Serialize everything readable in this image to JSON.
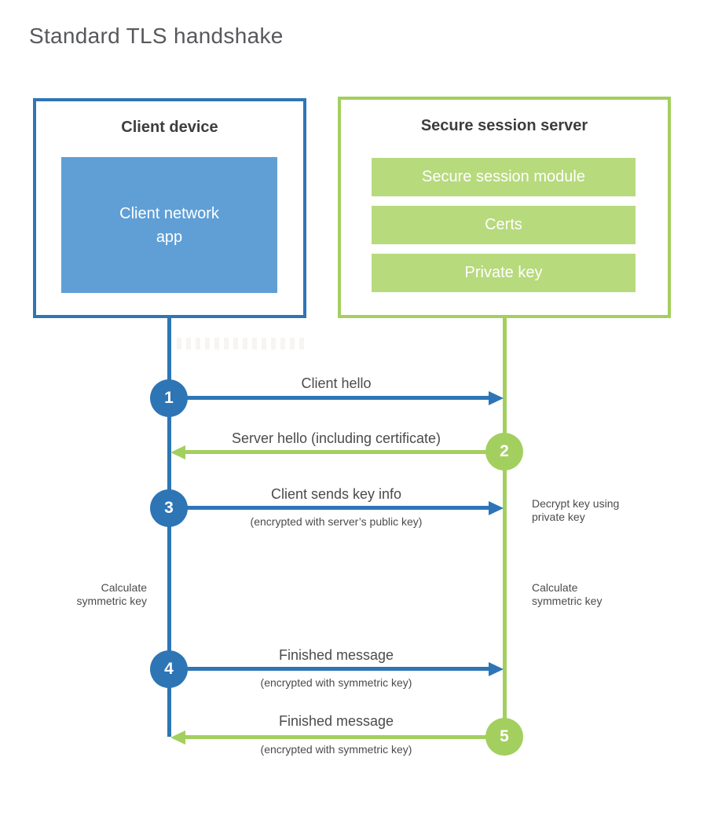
{
  "title": "Standard TLS handshake",
  "colors": {
    "blue": "#2e75b6",
    "blue_fill": "#5f9fd6",
    "green": "#a3cf5f",
    "green_fill": "#b7da7d",
    "heading_text": "#3d3d3d",
    "label_text": "#4b4b4b",
    "title_text": "#57585b"
  },
  "client": {
    "title": "Client device",
    "app_label": "Client network\napp"
  },
  "server": {
    "title": "Secure session server",
    "modules": [
      {
        "label": "Secure session module"
      },
      {
        "label": "Certs"
      },
      {
        "label": "Private key"
      }
    ]
  },
  "steps": [
    {
      "num": "1",
      "label": "Client hello",
      "sub": "",
      "from": "client",
      "to": "server"
    },
    {
      "num": "2",
      "label": "Server hello (including certificate)",
      "sub": "",
      "from": "server",
      "to": "client"
    },
    {
      "num": "3",
      "label": "Client sends key info",
      "sub": "(encrypted with server’s public key)",
      "from": "client",
      "to": "server"
    },
    {
      "num": "4",
      "label": "Finished message",
      "sub": "(encrypted with symmetric key)",
      "from": "client",
      "to": "server"
    },
    {
      "num": "5",
      "label": "Finished message",
      "sub": "(encrypted with symmetric key)",
      "from": "server",
      "to": "client"
    }
  ],
  "annotations": {
    "decrypt_key": "Decrypt key using\nprivate key",
    "calculate_left": "Calculate\nsymmetric key",
    "calculate_right": "Calculate\nsymmetric key"
  }
}
